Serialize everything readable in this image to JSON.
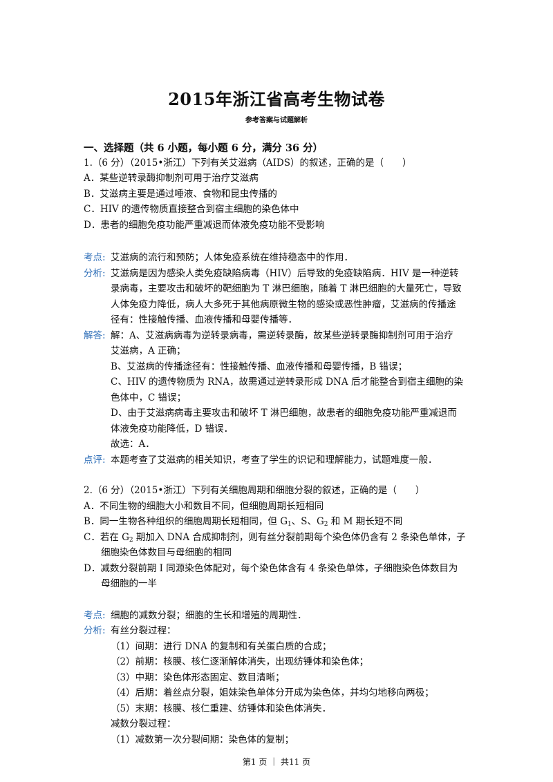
{
  "header": {
    "title": "2015年浙江省高考生物试卷",
    "subtitle": "参考答案与试题解析"
  },
  "section_title": "一、选择题（共 6 小题，每小题 6 分，满分 36 分）",
  "q1": {
    "stem": "1.（6 分）（2015•浙江）下列有关艾滋病（AIDS）的叙述，正确的是（　　）",
    "opt_a": "A．某些逆转录酶抑制剂可用于治疗艾滋病",
    "opt_b": "B．艾滋病主要是通过唾液、食物和昆虫传播的",
    "opt_c": "C．HIV 的遗传物质直接整合到宿主细胞的染色体中",
    "opt_d": "D．患者的细胞免疫功能严重减退而体液免疫功能不受影响",
    "kaodian_label": "考点:",
    "kaodian": "艾滋病的流行和预防；人体免疫系统在维持稳态中的作用．",
    "fenxi_label": "分析:",
    "fenxi_1": "艾滋病是因为感染人类免疫缺陷病毒（HIV）后导致的免疫缺陷病．HIV 是一种逆转",
    "fenxi_2": "录病毒，主要攻击和破坏的靶细胞为 T 淋巴细胞，随着 T 淋巴细胞的大量死亡，导致",
    "fenxi_3": "人体免疫力降低，病人大多死于其他病原微生物的感染或恶性肿瘤，艾滋病的传播途",
    "fenxi_4": "径有：性接触传播、血液传播和母婴传播等．",
    "jieda_label": "解答:",
    "jieda_1": "解：A、艾滋病病毒为逆转录病毒，需逆转录酶，故某些逆转录酶抑制剂可用于治疗",
    "jieda_2": "艾滋病，A 正确；",
    "jieda_3": "B、艾滋病的传播途径有：性接触传播、血液传播和母婴传播，B 错误；",
    "jieda_4": "C、HIV 的遗传物质为 RNA，故需通过逆转录形成 DNA 后才能整合到宿主细胞的染",
    "jieda_5": "色体中，C 错误；",
    "jieda_6": "D、由于艾滋病病毒主要攻击和破坏 T 淋巴细胞，故患者的细胞免疫功能严重减退而",
    "jieda_7": "体液免疫功能降低，D 错误．",
    "jieda_8": "故选：A．",
    "dianping_label": "点评:",
    "dianping": "本题考查了艾滋病的相关知识，考查了学生的识记和理解能力，试题难度一般．"
  },
  "q2": {
    "stem": "2.（6 分）（2015•浙江）下列有关细胞周期和细胞分裂的叙述，正确的是（　　）",
    "opt_a": "A．不同生物的细胞大小和数目不同，但细胞周期长短相同",
    "opt_b_pre": "B．同一生物各种组织的细胞周期长短相同，但 G",
    "opt_b_sub1": "1",
    "opt_b_mid": "、S、G",
    "opt_b_sub2": "2",
    "opt_b_post": " 和 M 期长短不同",
    "opt_c_pre": "C．若在 G",
    "opt_c_sub": "2",
    "opt_c_post": " 期加入 DNA 合成抑制剂，则有丝分裂前期每个染色体仍含有 2 条染色单体，子",
    "opt_c_2": "细胞染色体数目与母细胞的相同",
    "opt_d_1": "D．减数分裂前期 I 同源染色体配对，每个染色体含有 4 条染色单体，子细胞染色体数目为",
    "opt_d_2": "母细胞的一半",
    "kaodian_label": "考点:",
    "kaodian": "细胞的减数分裂；细胞的生长和增殖的周期性．",
    "fenxi_label": "分析:",
    "fenxi_1": "有丝分裂过程：",
    "fenxi_2": "（1）间期：进行 DNA 的复制和有关蛋白质的合成；",
    "fenxi_3": "（2）前期：核膜、核仁逐渐解体消失，出现纺锤体和染色体；",
    "fenxi_4": "（3）中期：染色体形态固定、数目清晰；",
    "fenxi_5": "（4）后期：着丝点分裂，姐妹染色单体分开成为染色体，并均匀地移向两极；",
    "fenxi_6": "（5）末期：核膜、核仁重建、纺锤体和染色体消失．",
    "fenxi_7": "减数分裂过程：",
    "fenxi_8": "（1）减数第一次分裂间期：染色体的复制；"
  },
  "footer": "第1 页 ｜ 共11 页",
  "colors": {
    "label_blue": "#2f6fb8",
    "text": "#111111"
  }
}
